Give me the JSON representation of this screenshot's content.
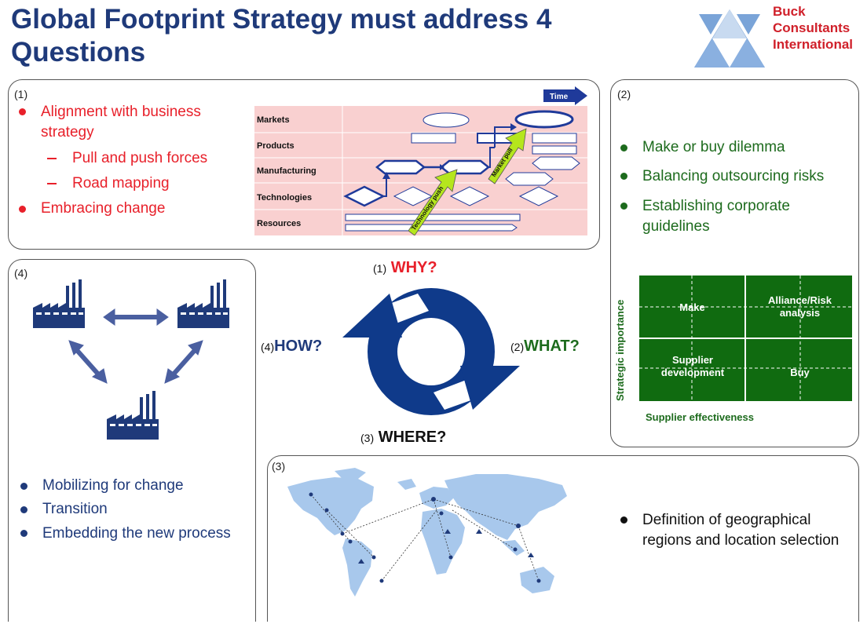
{
  "title": "Global Footprint Strategy must address 4 Questions",
  "logo": {
    "name": "Buck Consultants International logo",
    "line1": "Buck",
    "line2": "Consultants",
    "line3": "International",
    "color": "#d0202a"
  },
  "panel1": {
    "number": "(1)",
    "bullets": [
      {
        "text": "Alignment with business strategy",
        "level": 1
      },
      {
        "text": "Pull and push forces",
        "level": 2
      },
      {
        "text": "Road mapping",
        "level": 2
      },
      {
        "text": "Embracing change",
        "level": 1
      }
    ],
    "roadmap": {
      "time_label": "Time",
      "rows": [
        "Markets",
        "Products",
        "Manufacturing",
        "Technologies",
        "Resources"
      ],
      "push_label": "Technology push",
      "pull_label": "Market pull",
      "bg": "#f9d0d0",
      "arrow_color": "#b5e61d"
    }
  },
  "panel2": {
    "number": "(2)",
    "bullets": [
      "Make or buy dilemma",
      "Balancing outsourcing risks",
      "Establishing corporate guidelines"
    ],
    "matrix": {
      "cells": [
        "Make",
        "Alliance/Risk analysis",
        "Supplier development",
        "Buy"
      ],
      "y_label": "Strategic importance",
      "x_label": "Supplier effectiveness",
      "color": "#106b10"
    }
  },
  "panel3": {
    "number": "(3)",
    "bullets": [
      "Definition of geographical regions and location selection"
    ],
    "map_color": "#a8c8ec"
  },
  "panel4": {
    "number": "(4)",
    "bullets": [
      "Mobilizing for change",
      "Transition",
      "Embedding the new process"
    ],
    "factory_color": "#1f3a7a"
  },
  "cycle": {
    "why": {
      "num": "(1)",
      "text": "WHY?",
      "color": "#e8202a"
    },
    "what": {
      "num": "(2)",
      "text": "WHAT?",
      "color": "#1d6b1d"
    },
    "where": {
      "num": "(3)",
      "text": "WHERE?",
      "color": "#111111"
    },
    "how": {
      "num": "(4)",
      "text": "HOW?",
      "color": "#1f3a7a"
    },
    "arrow_color": "#0f3a8a"
  }
}
